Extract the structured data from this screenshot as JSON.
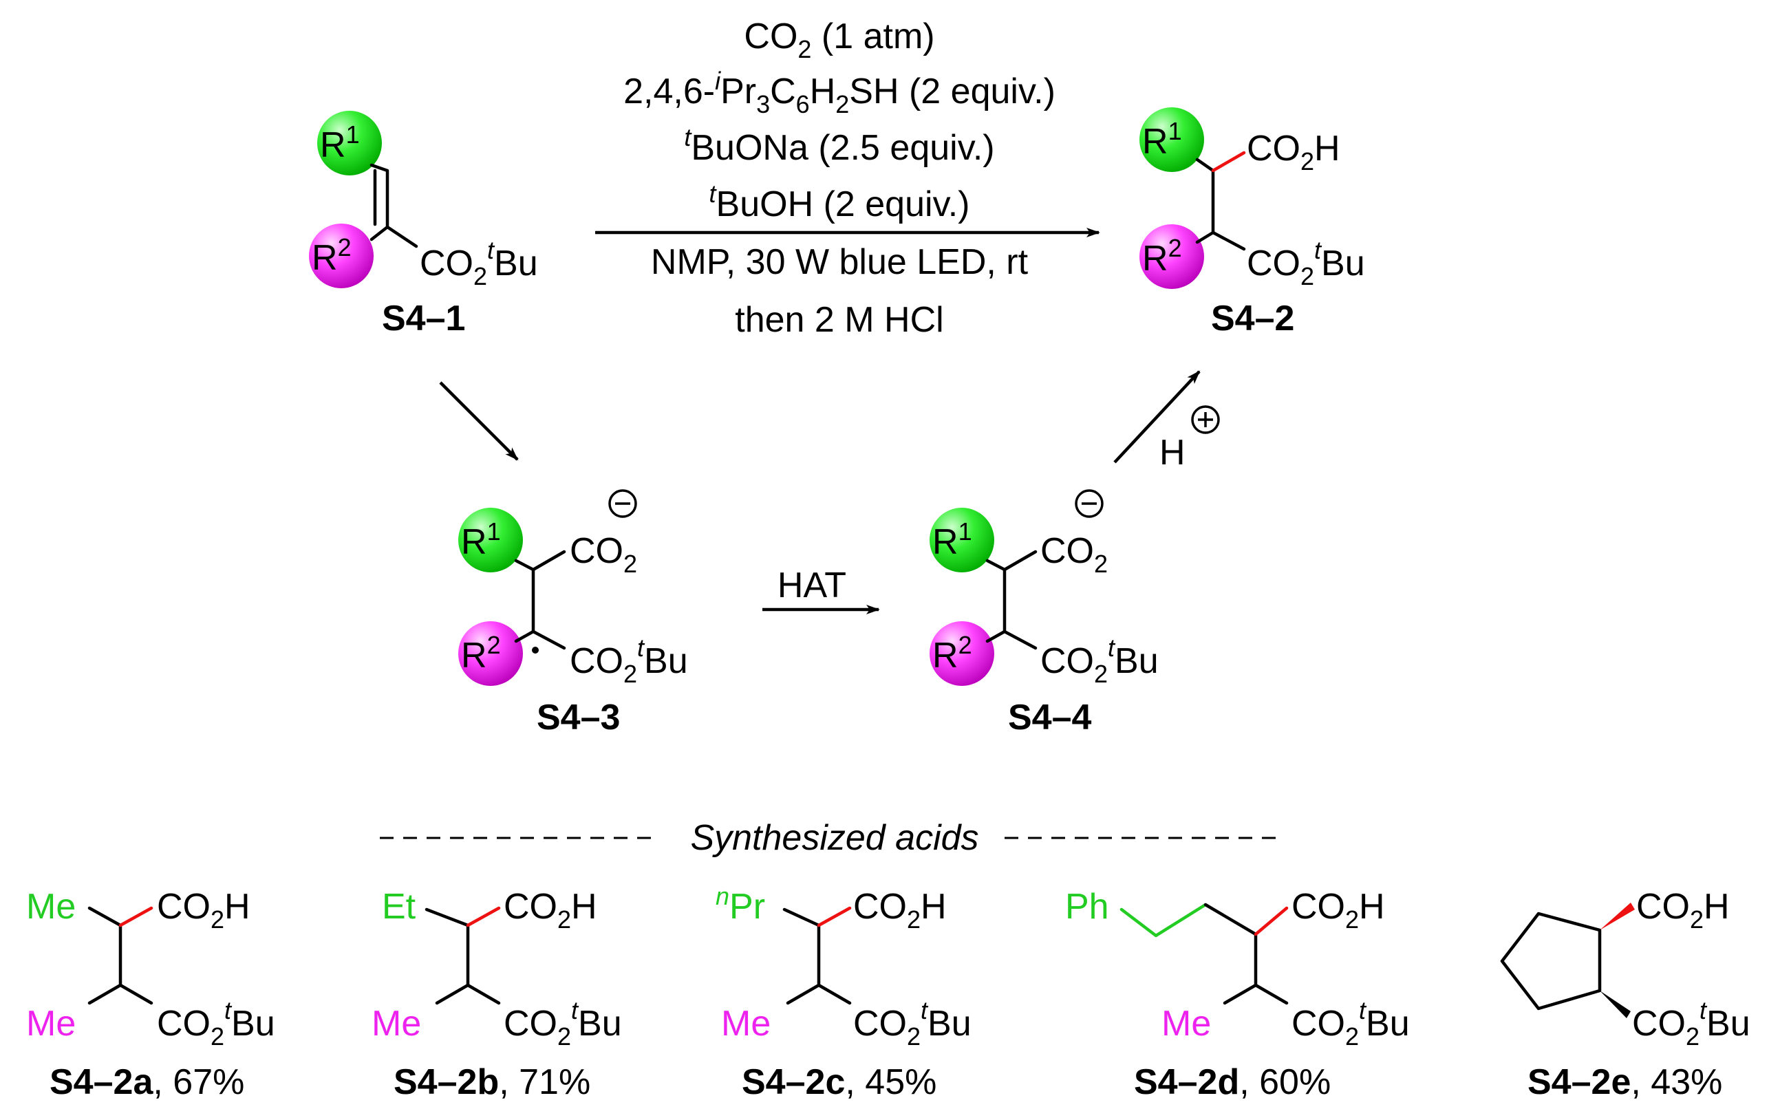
{
  "conditions": {
    "co2": "CO",
    "co2_sub": "2",
    "co2_rest": "(1 atm)",
    "thiol_a": "2,4,6-",
    "thiol_i": "i",
    "thiol_b": "Pr",
    "thiol_s3": "3",
    "thiol_c": "C",
    "thiol_s6": "6",
    "thiol_d": "H",
    "thiol_s2": "2",
    "thiol_e": "SH (2 equiv.)",
    "base_t": "t",
    "base": "BuONa (2.5 equiv.)",
    "alc_t": "t",
    "alc": "BuOH (2 equiv.)",
    "solvent": "NMP,  30 W blue LED, rt",
    "workup": "then 2 M HCl"
  },
  "groups": {
    "r1": "R",
    "r1_sup": "1",
    "r2": "R",
    "r2_sup": "2",
    "co2": "CO",
    "two": "2",
    "h": "H",
    "t": "t",
    "bu": "Bu",
    "minus": "−",
    "plus": "+"
  },
  "compounds": {
    "s41": "S4–1",
    "s42": "S4–2",
    "s43": "S4–3",
    "s44": "S4–4"
  },
  "step_labels": {
    "hat": "HAT",
    "proton": "H"
  },
  "section_title": "Synthesized acids",
  "acids": [
    {
      "label": "S4–2a",
      "yield": ", 67%",
      "r1": "Me",
      "r2": "Me"
    },
    {
      "label": "S4–2b",
      "yield": ", 71%",
      "r1": "Et",
      "r2": "Me"
    },
    {
      "label": "S4–2c",
      "yield": ", 45%",
      "r1_pre": "n",
      "r1": "Pr",
      "r2": "Me"
    },
    {
      "label": "S4–2d",
      "yield": ", 60%",
      "r1": "Ph",
      "r2": "Me"
    },
    {
      "label": "S4–2e",
      "yield": ", 43%"
    }
  ],
  "colors": {
    "r1_green": "#22cc22",
    "r2_magenta": "#ee22ee",
    "new_bond_red": "#ee1111"
  }
}
